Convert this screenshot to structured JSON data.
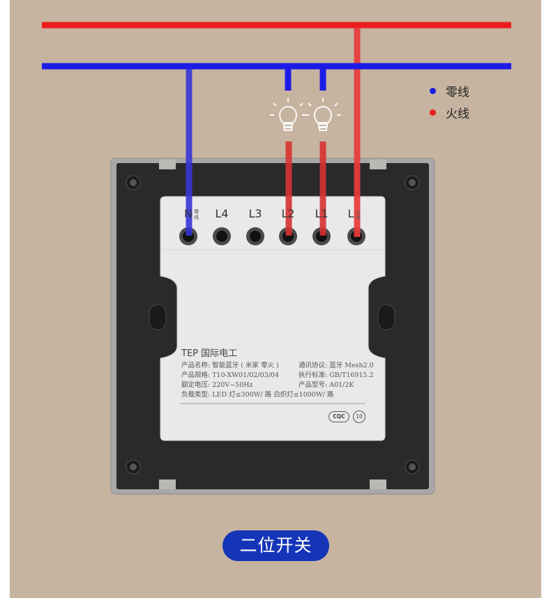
{
  "legend": {
    "neutral_label": "零线",
    "live_label": "火线",
    "neutral_color": "#1c1ce6",
    "live_color": "#ee1d1d"
  },
  "terminals": [
    {
      "label": "N",
      "sub": "零线"
    },
    {
      "label": "L4",
      "sub": ""
    },
    {
      "label": "L3",
      "sub": ""
    },
    {
      "label": "L2",
      "sub": ""
    },
    {
      "label": "L1",
      "sub": ""
    },
    {
      "label": "L",
      "sub": "火线"
    }
  ],
  "product": {
    "brand": "TEP 国际电工",
    "specs_left": [
      "产品名称: 智能蓝牙 ( 米家 零火 )",
      "产品规格: T10-XW01/02/03/04",
      "额定电压: 220V~50Hz",
      "负载类型: LED 灯≤300W/ 路  白炽灯≤1000W/ 路"
    ],
    "specs_right": [
      "通讯协议: 蓝牙 Mesh2.0",
      "执行标准: GB/T16915.2",
      "产品型号: A01/2K"
    ],
    "cqc_mark": "CQC",
    "rating_mark": "10"
  },
  "caption": "二位开关",
  "icons": [
    "light-bulb-icon",
    "light-bulb-icon"
  ]
}
